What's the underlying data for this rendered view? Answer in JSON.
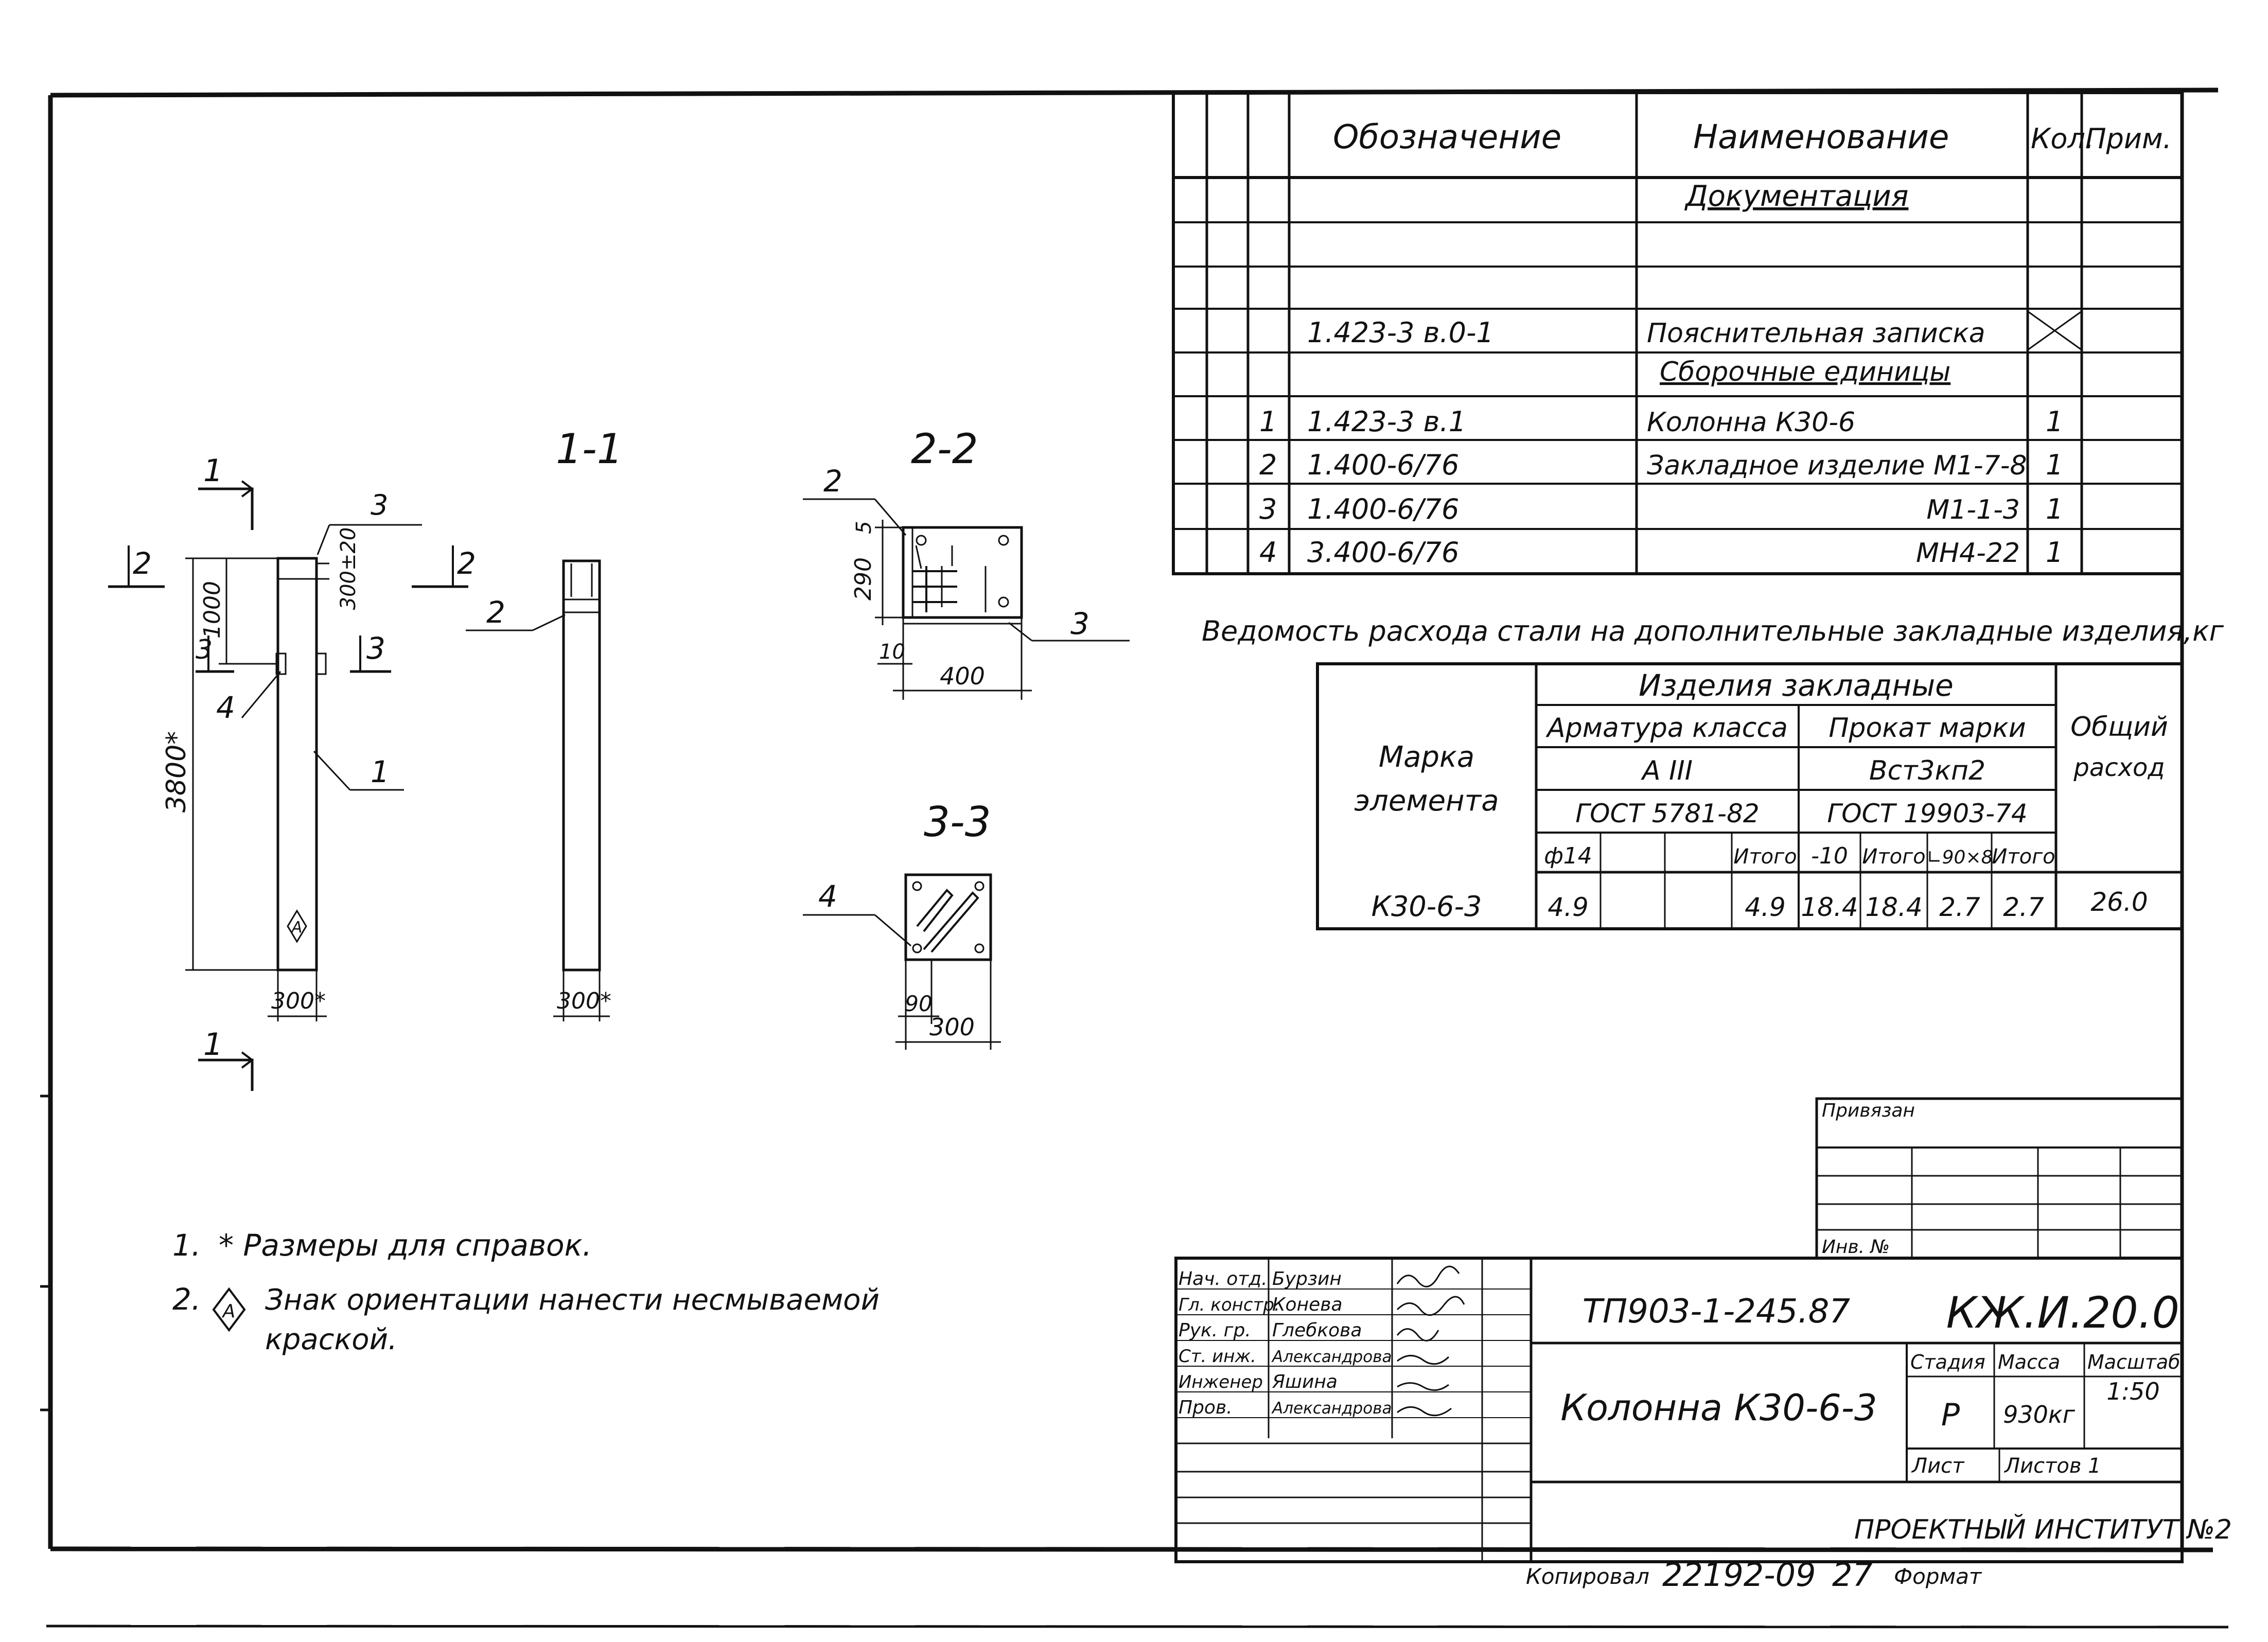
{
  "spec_table": {
    "headers": {
      "designation": "Обозначение",
      "name": "Наименование",
      "qty": "Кол.",
      "note": "Прим."
    },
    "section_docs": "Документация",
    "doc_row": {
      "designation": "1.423-3 в.0-1",
      "name": "Пояснительная записка"
    },
    "section_assemblies": "Сборочные единицы",
    "items": [
      {
        "pos": "1",
        "designation": "1.423-3 в.1",
        "name": "Колонна К30-6",
        "qty": "1"
      },
      {
        "pos": "2",
        "designation": "1.400-6/76",
        "name": "Закладное изделие М1-7-8",
        "qty": "1"
      },
      {
        "pos": "3",
        "designation": "1.400-6/76",
        "name": "М1-1-3",
        "qty": "1"
      },
      {
        "pos": "4",
        "designation": "3.400-6/76",
        "name": "МН4-22",
        "qty": "1"
      }
    ]
  },
  "steel": {
    "title": "Ведомость расхода стали на дополнительные закладные изделия,кг",
    "mark_header_1": "Марка",
    "mark_header_2": "элемента",
    "embedded_header": "Изделия закладные",
    "rebar_class": "Арматура класса",
    "rebar_class_value": "А III",
    "rebar_gost": "ГОСТ 5781-82",
    "rolled_header": "Прокат марки",
    "rolled_mark": "Вст3кп2",
    "rolled_gost": "ГОСТ 19903-74",
    "total_header_1": "Общий",
    "total_header_2": "расход",
    "sub": {
      "d14": "ф14",
      "itogo1": "Итого",
      "m10": "-10",
      "itogo2": "Итого",
      "l90": "∟90×8",
      "itogo3": "Итого"
    },
    "row": {
      "mark": "К30-6-3",
      "d14": "4.9",
      "itogo1": "4.9",
      "m10": "18.4",
      "itogo2": "18.4",
      "l90": "2.7",
      "itogo3": "2.7",
      "total": "26.0"
    }
  },
  "drawing": {
    "sec11": "1-1",
    "sec22": "2-2",
    "sec33": "3-3",
    "cut1": "1",
    "cut2": "2",
    "cut3": "3",
    "callout1": "1",
    "callout2": "2",
    "callout3": "3",
    "callout4": "4",
    "dim_3800": "3800*",
    "dim_1000": "1000",
    "dim_300_20": "300±20",
    "dim_300a": "300*",
    "dim_300b": "300*",
    "dim_290": "290",
    "dim_5": "5",
    "dim_10": "10",
    "dim_400": "400",
    "dim_90": "90",
    "dim_300c": "300",
    "orient_mark": "А"
  },
  "notes": {
    "n1_num": "1.",
    "n1": "* Размеры для справок.",
    "n2_num": "2.",
    "n2_mark": "А",
    "n2_line1": "Знак ориентации нанести несмываемой",
    "n2_line2": "краской."
  },
  "stamp": {
    "privyazan": "Привязан",
    "inv": "Инв. №",
    "roles": [
      "Нач. отд.",
      "Гл. констр.",
      "Рук. гр.",
      "Ст. инж.",
      "Инженер",
      "Пров."
    ],
    "names": [
      "Бурзин",
      "Конева",
      "Глебкова",
      "Александрова",
      "Яшина",
      "Александрова"
    ],
    "code": "ТП903-1-245.87",
    "sheet_code": "КЖ.И.20.0",
    "title": "Колонна К30-6-3",
    "stage_label": "Стадия",
    "mass_label": "Масса",
    "scale_label": "Масштаб",
    "stage": "Р",
    "mass": "930кг",
    "scale": "1:50",
    "sheet_label": "Лист",
    "sheets_label": "Листов 1",
    "org": "ПРОЕКТНЫЙ ИНСТИТУТ №2"
  },
  "footer": {
    "copied": "Копировал",
    "number": "22192-09",
    "page": "27",
    "format": "Формат"
  }
}
